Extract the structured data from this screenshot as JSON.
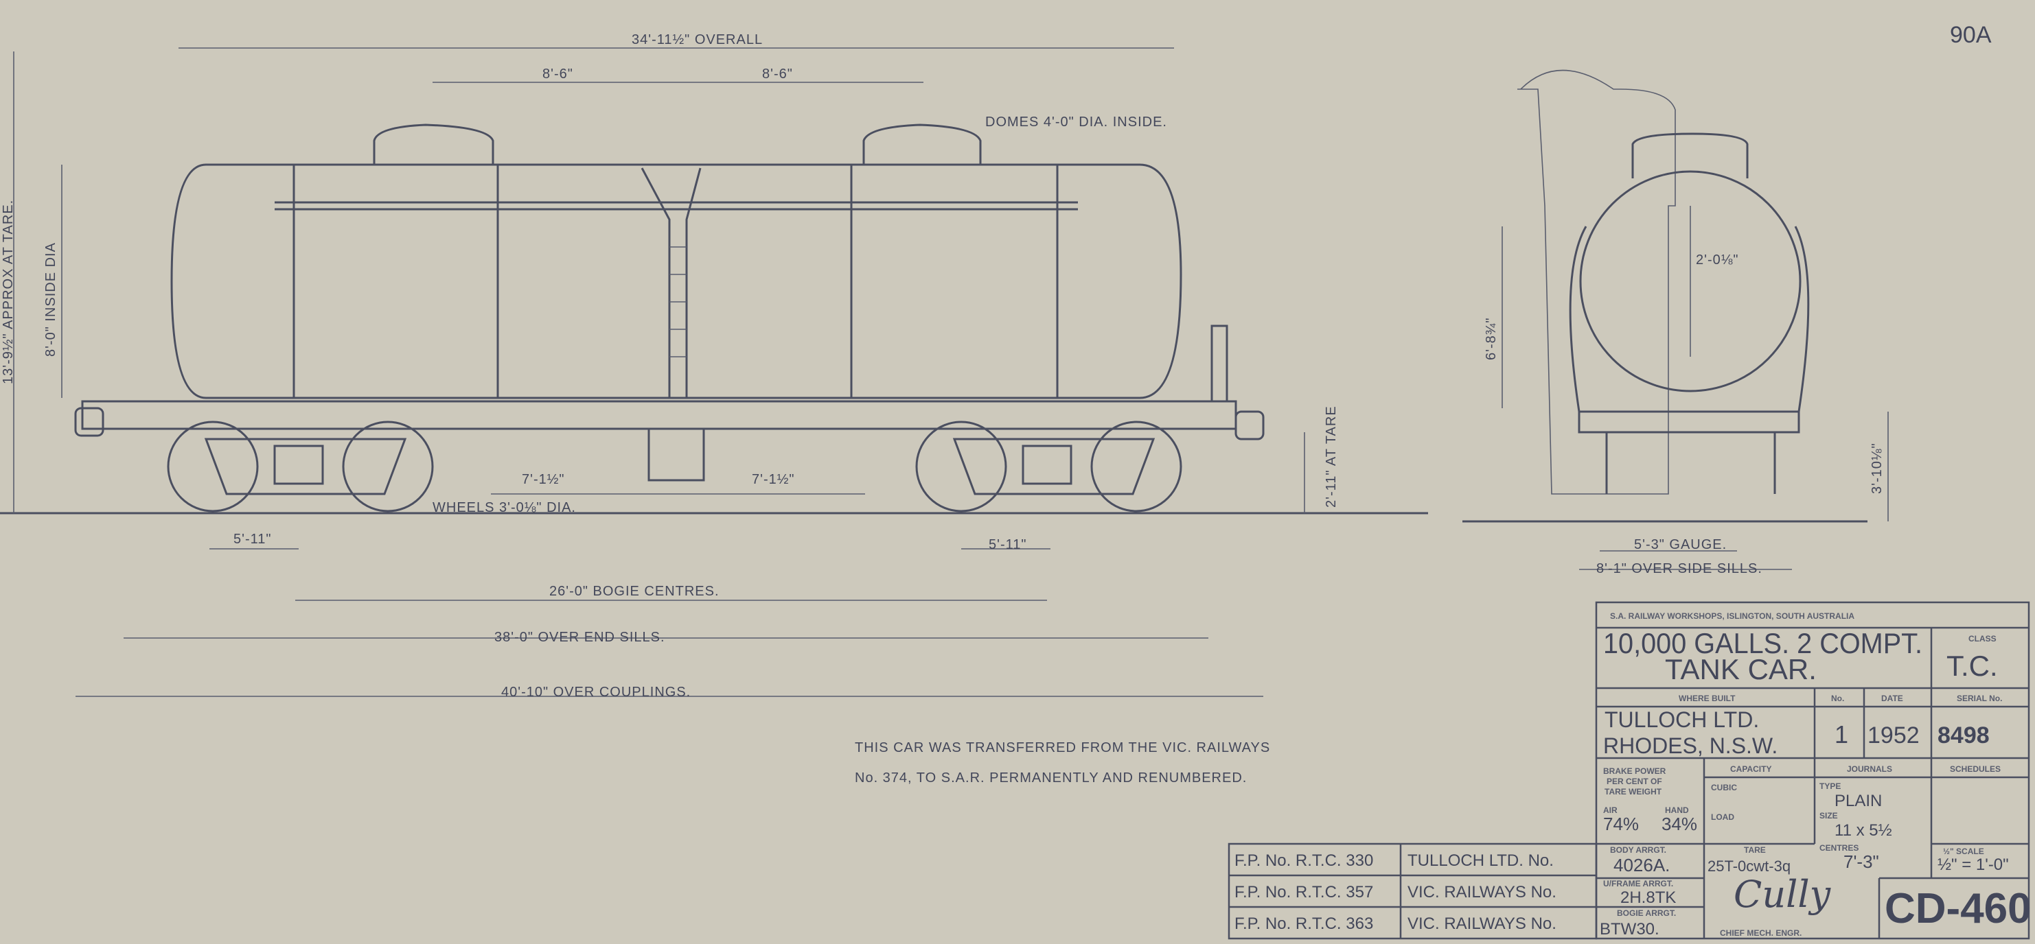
{
  "sheet_number": "90A",
  "side_view": {
    "overall_length": "34'-11½\" OVERALL",
    "dome_spacing_left": "8'-6\"",
    "dome_spacing_right": "8'-6\"",
    "domes_note": "DOMES 4'-0\" DIA. INSIDE.",
    "height_at_tare": "13'-9½\" APPROX AT TARE.",
    "inside_dia": "8'-0\" INSIDE DIA",
    "wheels": "WHEELS 3'-0⅛\" DIA.",
    "bolster_left": "7'-1½\"",
    "bolster_right": "7'-1½\"",
    "coupler_height": "2'-11\" AT TARE",
    "wheelbase_left": "5'-11\"",
    "wheelbase_right": "5'-11\"",
    "bogie_centres": "26'-0\" BOGIE CENTRES.",
    "over_end_sills": "38'-0\" OVER END SILLS.",
    "over_couplings": "40'-10\" OVER COUPLINGS."
  },
  "end_view": {
    "radius": "2'-0⅛\"",
    "height": "6'-8¾\"",
    "lower_height": "3'-10⅛\"",
    "gauge": "5'-3\" GAUGE.",
    "over_side_sills": "8'-1\" OVER SIDE SILLS."
  },
  "note": {
    "line1": "THIS CAR WAS TRANSFERRED FROM THE VIC. RAILWAYS",
    "line2": "No. 374, TO S.A.R. PERMANENTLY AND RENUMBERED."
  },
  "title_block": {
    "header": "S.A. RAILWAY WORKSHOPS, ISLINGTON, SOUTH AUSTRALIA",
    "title_line1": "10,000 GALLS. 2 COMPT.",
    "title_line2": "TANK CAR.",
    "class_label": "CLASS",
    "class_value": "T.C.",
    "where_built_label": "WHERE BUILT",
    "where_built_line1": "TULLOCH LTD.",
    "where_built_line2": "RHODES, N.S.W.",
    "no_label": "No.",
    "no_value": "1",
    "date_label": "DATE",
    "date_value": "1952",
    "serial_label": "SERIAL No.",
    "serial_value": "8498",
    "brake_power_label1": "BRAKE POWER",
    "brake_power_label2": "PER CENT OF",
    "brake_power_label3": "TARE WEIGHT",
    "air_label": "AIR",
    "hand_label": "HAND",
    "air_value": "74%",
    "hand_value": "34%",
    "capacity_label": "CAPACITY",
    "cubic_label": "CUBIC",
    "load_label": "LOAD",
    "journals_label": "JOURNALS",
    "type_label": "TYPE",
    "type_value": "PLAIN",
    "size_label": "SIZE",
    "size_value": "11 x 5½",
    "centres_label": "CENTRES",
    "centres_value": "7'-3\"",
    "schedules_label": "SCHEDULES",
    "body_arrgt_label": "BODY ARRGT.",
    "body_arrgt_value": "4026A.",
    "tare_label": "TARE",
    "tare_value": "25T-0cwt-3q",
    "scale_label": "½\" SCALE",
    "scale_value": "½\" = 1'-0\"",
    "uframe_label": "U/FRAME ARRGT.",
    "uframe_value": "2H.8TK",
    "bogie_label": "BOGIE ARRGT.",
    "bogie_value": "BTW30.",
    "chief_label": "CHIEF MECH. ENGR.",
    "signature": "Cully",
    "drawing_number": "CD-460"
  },
  "references": [
    {
      "fp": "F.P. No. R.T.C. 330",
      "owner": "TULLOCH LTD. No."
    },
    {
      "fp": "F.P. No. R.T.C. 357",
      "owner": "VIC. RAILWAYS No."
    },
    {
      "fp": "F.P. No. R.T.C. 363",
      "owner": "VIC. RAILWAYS No."
    }
  ]
}
